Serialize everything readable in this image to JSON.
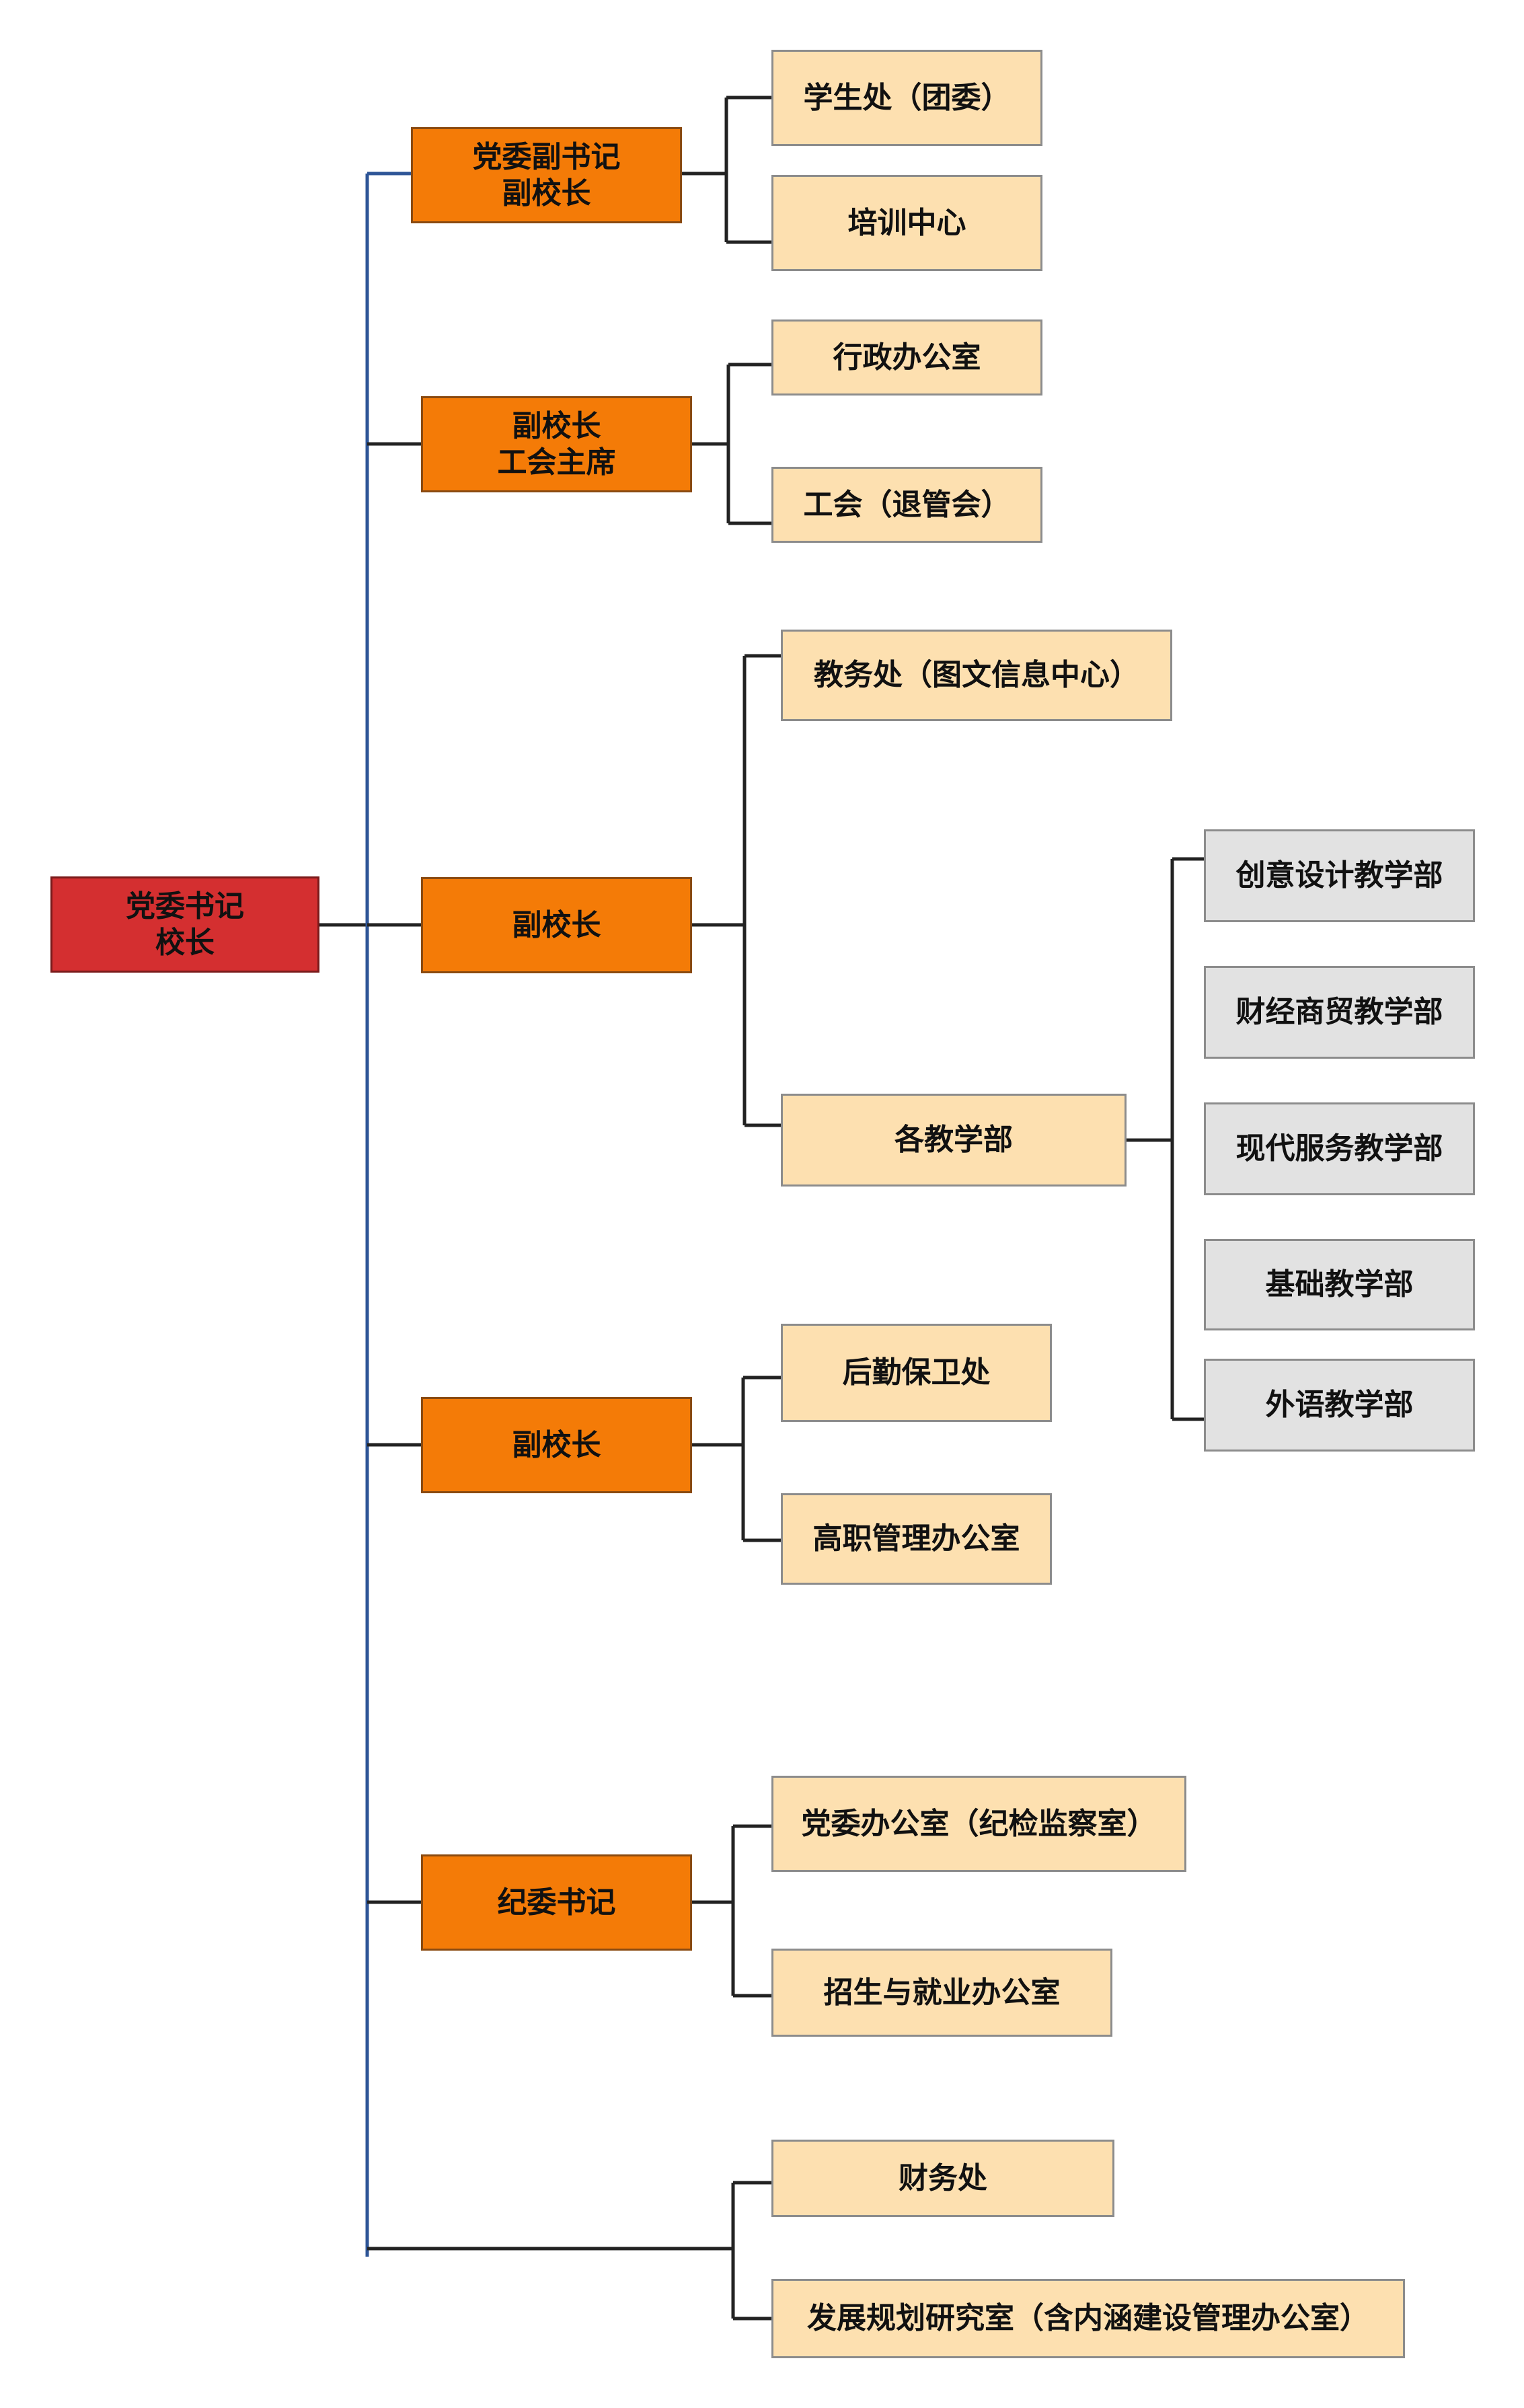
{
  "colors": {
    "root": "#d42f30",
    "leader": "#f47b07",
    "office": "#fde0b0",
    "dept": "#e2e2e2",
    "trunk_line": "#2e5597",
    "line": "#222222"
  },
  "root": {
    "line1": "党委书记",
    "line2": "校长"
  },
  "leaders": {
    "l1": {
      "line1": "党委副书记",
      "line2": "副校长"
    },
    "l2": {
      "line1": "副校长",
      "line2": "工会主席"
    },
    "l3": {
      "line1": "副校长"
    },
    "l4": {
      "line1": "副校长"
    },
    "l5": {
      "line1": "纪委书记"
    }
  },
  "offices": {
    "o1": "学生处（团委）",
    "o2": "培训中心",
    "o3": "行政办公室",
    "o4": "工会（退管会）",
    "o5": "教务处（图文信息中心）",
    "o6": "各教学部",
    "o7": "后勤保卫处",
    "o8": "高职管理办公室",
    "o9": "党委办公室（纪检监察室）",
    "o10": "招生与就业办公室",
    "o11": "财务处",
    "o12": "发展规划研究室（含内涵建设管理办公室）"
  },
  "departments": {
    "d1": "创意设计教学部",
    "d2": "财经商贸教学部",
    "d3": "现代服务教学部",
    "d4": "基础教学部",
    "d5": "外语教学部"
  }
}
